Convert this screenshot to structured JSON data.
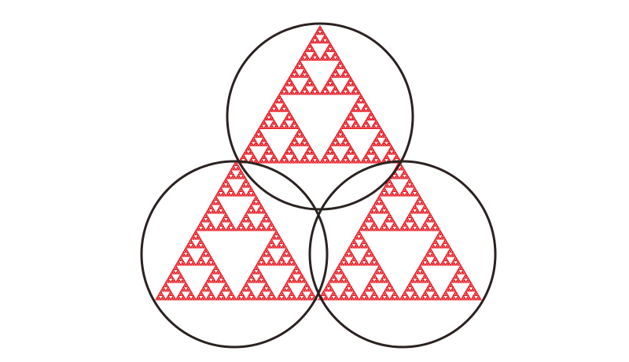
{
  "figure": {
    "kind": "sierpinski-triangles-in-circles",
    "colors": {
      "background": "#ffffff",
      "fractal_stroke": "#e8141c",
      "circle_stroke": "#2a2220"
    },
    "fractal_depth": 6,
    "units": [
      {
        "name": "top"
      },
      {
        "name": "bottom-left"
      },
      {
        "name": "bottom-right"
      }
    ]
  }
}
